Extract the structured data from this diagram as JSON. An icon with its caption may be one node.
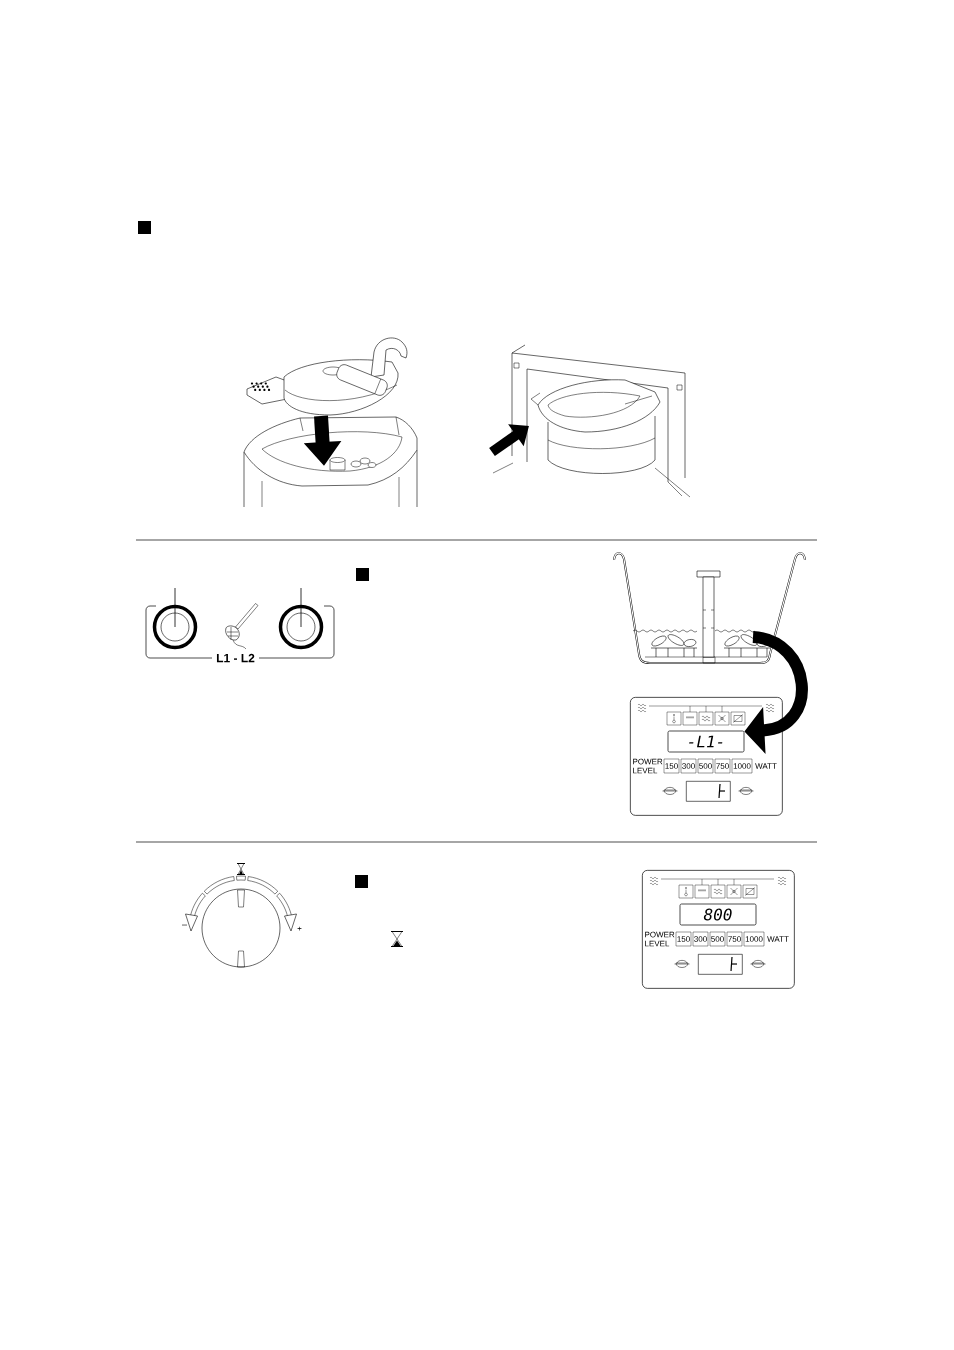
{
  "diagram": {
    "nodes": [
      {
        "text": [],
        "shape": "picture"
      },
      {
        "text": [
          "POWER LEVEL",
          "WATT"
        ]
      },
      {
        "text": [
          "-L1-"
        ],
        "in": 1
      },
      {
        "text": [
          "150"
        ],
        "in": 1
      },
      {
        "text": [
          "300"
        ],
        "in": 1
      },
      {
        "text": [
          "500"
        ],
        "in": 1
      },
      {
        "text": [
          "750"
        ],
        "in": 1
      },
      {
        "text": [
          "1000"
        ],
        "in": 1
      },
      {
        "text": [],
        "shape": "box",
        "in": 1
      },
      {
        "text": [
          "POWER LEVEL",
          "WATT"
        ]
      },
      {
        "text": [
          "800"
        ],
        "in": 9
      },
      {
        "text": [
          "150"
        ],
        "in": 9
      },
      {
        "text": [
          "300"
        ],
        "in": 9
      },
      {
        "text": [
          "500"
        ],
        "in": 9
      },
      {
        "text": [
          "750"
        ],
        "in": 9
      },
      {
        "text": [
          "1000"
        ],
        "in": 9
      },
      {
        "text": [],
        "shape": "box",
        "in": 9
      }
    ],
    "edges": [
      {
        "from": 0,
        "to": 2,
        "arrow": "to"
      }
    ],
    "labels": [
      "L1 - L2",
      "–",
      "+"
    ]
  }
}
